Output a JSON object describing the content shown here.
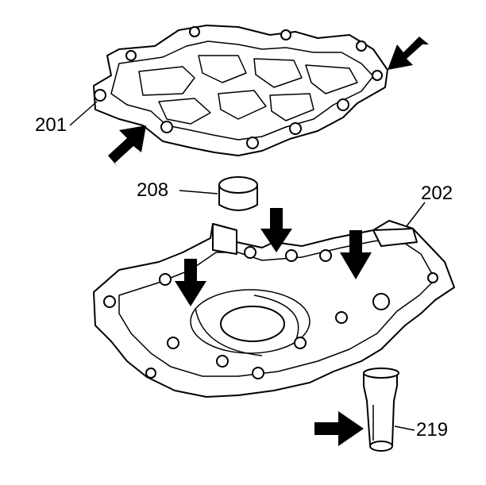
{
  "diagram": {
    "labels": {
      "cover": "201",
      "seal": "208",
      "pump_body": "202",
      "pickup": "219"
    },
    "arrow_color": "#000000",
    "line_color": "#000000",
    "background": "#ffffff"
  }
}
